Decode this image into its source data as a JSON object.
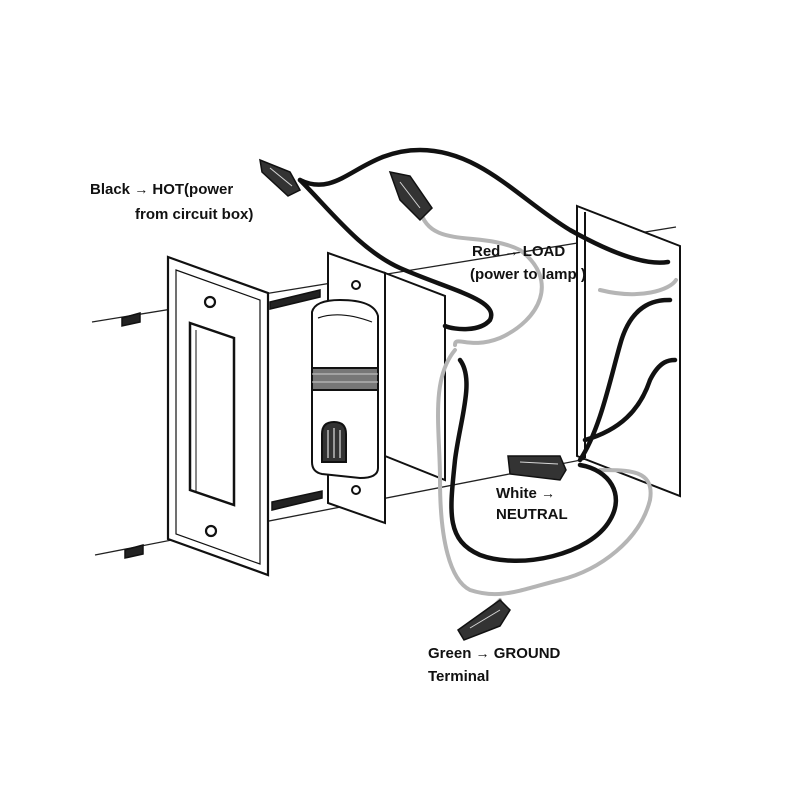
{
  "labels": {
    "hot": {
      "wire": "Black",
      "arrow": "→",
      "term": "HOT(power",
      "line2": "from circuit box)"
    },
    "load": {
      "wire": "Red",
      "arrow": "→",
      "term": "LOAD",
      "line2": "(power to lamp )"
    },
    "neutral": {
      "wire": "White",
      "arrow": "→",
      "line2": "NEUTRAL"
    },
    "ground": {
      "wire": "Green",
      "arrow": "→",
      "term": "GROUND",
      "line2": "Terminal"
    }
  },
  "colors": {
    "ink": "#111111",
    "wire_black": "#111111",
    "wire_gray": "#b5b5b5",
    "background": "#ffffff"
  }
}
